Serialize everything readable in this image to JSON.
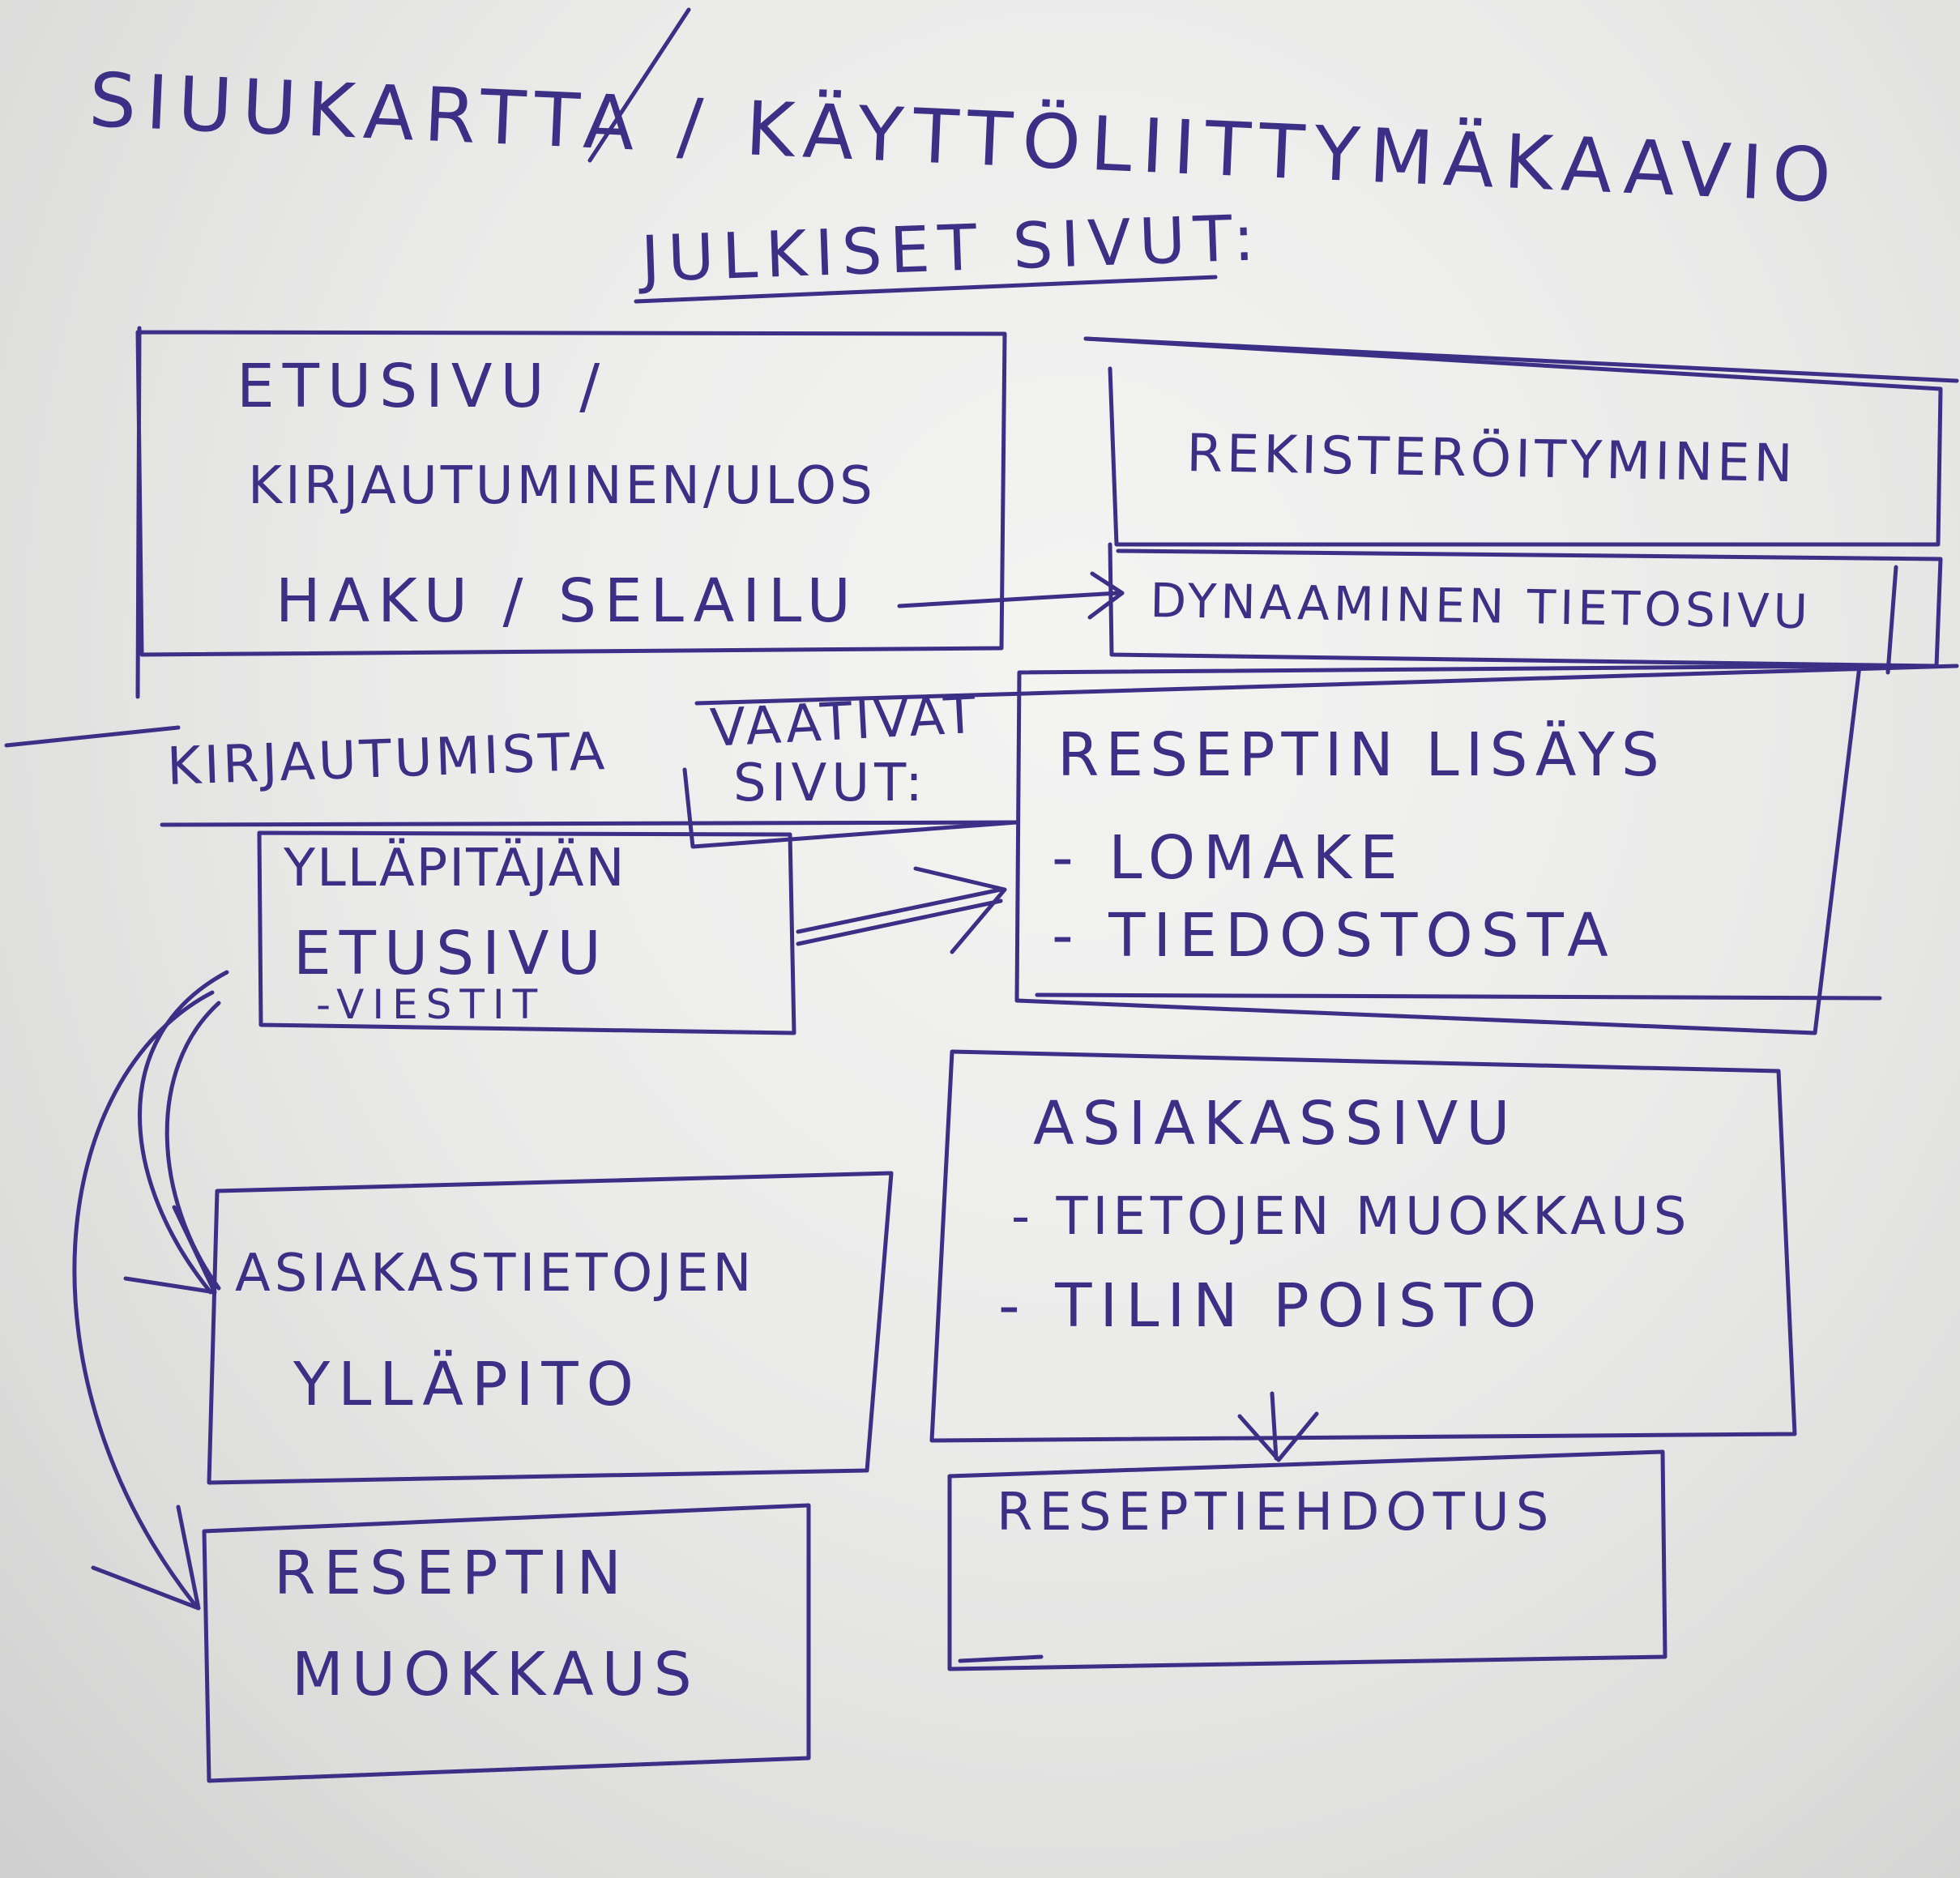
{
  "title": "SIUUKARTTA / KÄYTTÖLIITTYMÄKAAVIO",
  "sections": {
    "public": "JULKISET SIVUT:",
    "login_required_line1": "KIRJAUTUMISTA",
    "login_required_line2": "VAATIVAT",
    "login_required_line3": "SIVUT:"
  },
  "boxes": {
    "front": {
      "line1": "ETUSIVU /",
      "line2": "KIRJAUTUMINEN/ULOS",
      "line3": "HAKU / SELAILU"
    },
    "register": "REKISTERÖITYMINEN",
    "dynamic": "DYNAAMINEN TIETOSIVU",
    "recipe_add": {
      "title": "RESEPTIN LISÄYS",
      "item1": "- LOMAKE",
      "item2": "- TIEDOSTOSTA"
    },
    "admin_front": {
      "line1": "YLLÄPITÄJÄN",
      "line2": "ETUSIVU",
      "line3": "-VIESTIT"
    },
    "customer_page": {
      "title": "ASIAKASSIVU",
      "item1": "- TIETOJEN MUOKKAUS",
      "item2": "- TILIN POISTO"
    },
    "customer_admin": {
      "line1": "ASIAKASTIETOJEN",
      "line2": "YLLÄPITO"
    },
    "recipe_suggestion": "RESEPTIEHDOTUS",
    "recipe_edit": {
      "line1": "RESEPTIN",
      "line2": "MUOKKAUS"
    }
  },
  "colors": {
    "ink": "#3b2f86",
    "paper": "#ecebea"
  }
}
